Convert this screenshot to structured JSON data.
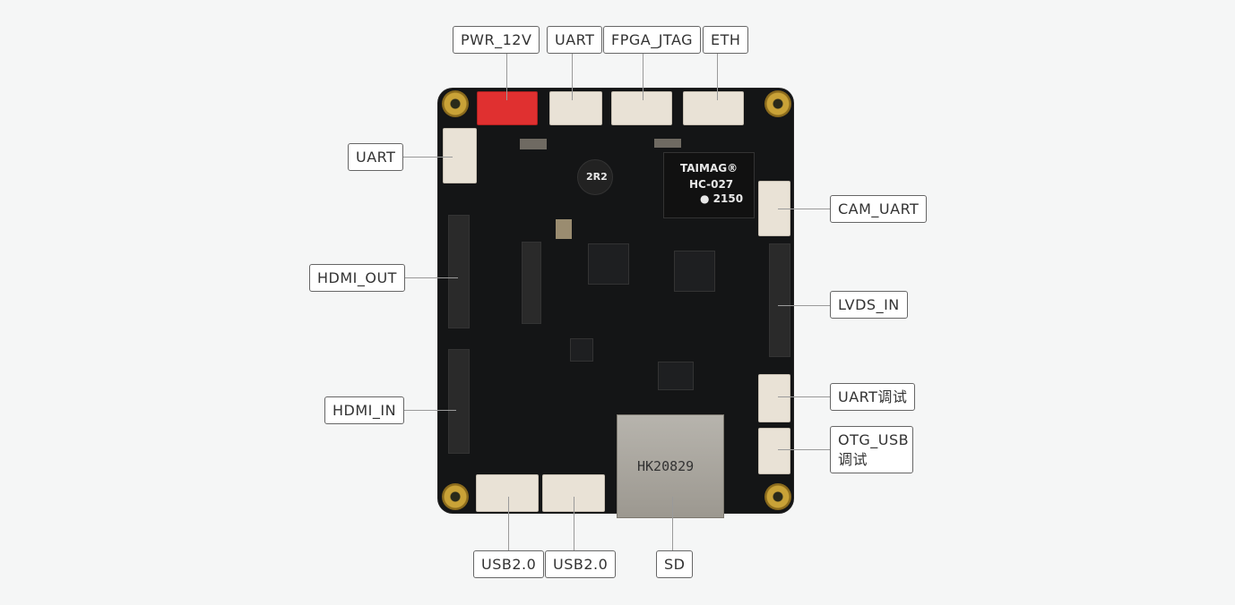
{
  "labels": {
    "pwr_12v": "PWR_12V",
    "uart_top": "UART",
    "fpga_jtag": "FPGA_JTAG",
    "eth": "ETH",
    "uart_left": "UART",
    "cam_uart": "CAM_UART",
    "hdmi_out": "HDMI_OUT",
    "lvds_in": "LVDS_IN",
    "hdmi_in": "HDMI_IN",
    "uart_debug": "UART调试",
    "otg_usb_debug_line1": "OTG_USB",
    "otg_usb_debug_line2": "调试",
    "usb2_a": "USB2.0",
    "usb2_b": "USB2.0",
    "sd": "SD"
  },
  "board_markings": {
    "brand": "TAIMAG®",
    "model": "HC-027",
    "date": "● 2150",
    "inductor": "2R2",
    "sd_card": "HK20829"
  },
  "colors": {
    "power_connector": "#e03030",
    "board": "#141516",
    "mount_hole": "#c9a237"
  }
}
